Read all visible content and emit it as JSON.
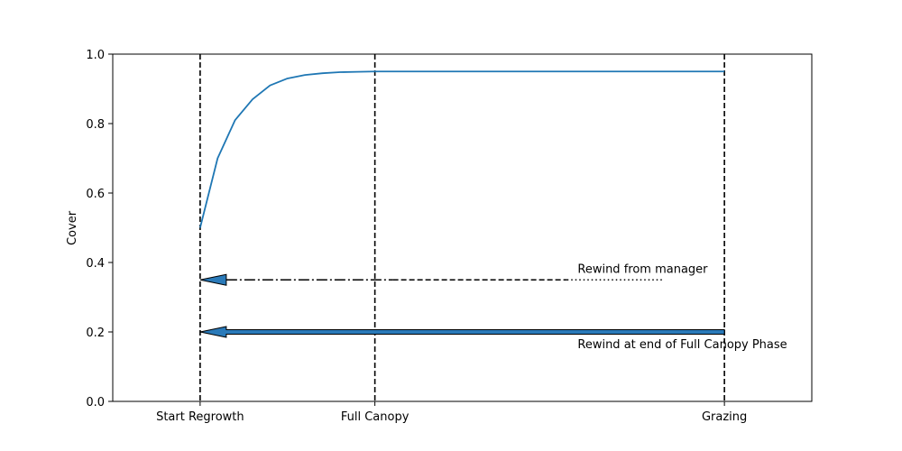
{
  "chart_data": {
    "type": "line",
    "title": "",
    "xlabel": "",
    "ylabel": "Cover",
    "ylim": [
      0,
      1
    ],
    "xlim": [
      -0.5,
      3.5
    ],
    "y_ticks": [
      "0.0",
      "0.2",
      "0.4",
      "0.6",
      "0.8",
      "1.0"
    ],
    "x_ticks": [
      {
        "x": 0,
        "label": "Start Regrowth"
      },
      {
        "x": 1,
        "label": "Full Canopy"
      },
      {
        "x": 3,
        "label": "Grazing"
      }
    ],
    "vlines": [
      0,
      1,
      3
    ],
    "series": [
      {
        "x": [
          0.0,
          0.1,
          0.2,
          0.3,
          0.4,
          0.5,
          0.6,
          0.7,
          0.8,
          0.9,
          1.0,
          1.5,
          2.0,
          2.5,
          3.0
        ],
        "values": [
          0.5,
          0.7,
          0.81,
          0.87,
          0.91,
          0.93,
          0.94,
          0.945,
          0.948,
          0.949,
          0.95,
          0.95,
          0.95,
          0.95,
          0.95
        ],
        "color": "#1f77b4"
      }
    ],
    "arrows": [
      {
        "label": "Rewind from manager",
        "from_x": 2.65,
        "to_x": 0.0,
        "y": 0.35,
        "style": "mixed-dash"
      },
      {
        "label": "Rewind at end of Full Canopy Phase",
        "from_x": 3.0,
        "to_x": 0.0,
        "y": 0.2,
        "style": "solid-thick"
      }
    ],
    "colors": {
      "line": "#1f77b4",
      "arrow_fill": "#2a7ab9"
    }
  }
}
